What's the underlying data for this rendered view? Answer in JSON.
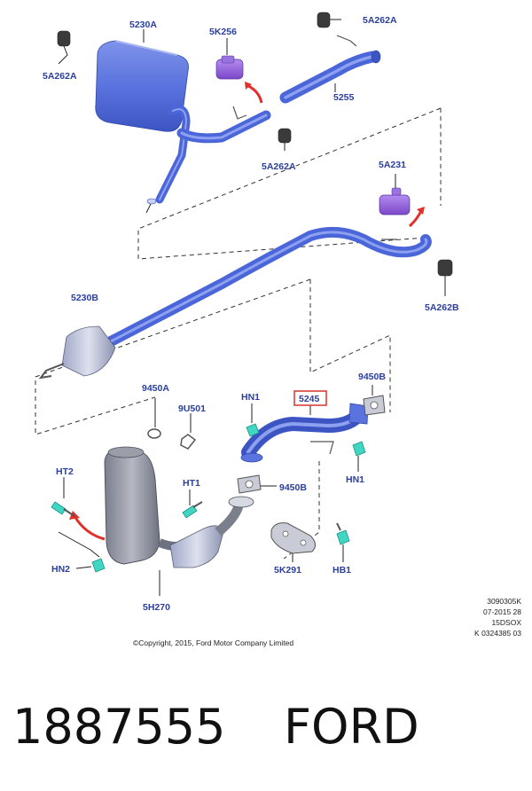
{
  "parts": {
    "muffler_rear": "5230A",
    "clamp_rear": "5K256",
    "hanger_left": "5A262A",
    "hanger_top_right": "5A262A",
    "pipe_tail": "5255",
    "hanger_mid": "5A262A",
    "clamp_mid": "5A231",
    "pipe_front": "5230B",
    "hanger_right": "5A262B",
    "gasket_a": "9450A",
    "gasket_b_top": "9450B",
    "clip_9u501": "9U501",
    "nut_hn1_a": "HN1",
    "pipe_5245": "5245",
    "nut_hn1_b": "HN1",
    "ht2": "HT2",
    "ht1": "HT1",
    "gasket_b_mid": "9450B",
    "hn2": "HN2",
    "shield": "5K291",
    "hb1": "HB1",
    "catalyst": "5H270"
  },
  "meta": {
    "line1": "3090305K",
    "line2": "07-2015 28",
    "line3": "15DSOX",
    "line4": "K 0324385 03"
  },
  "copyright": "©Copyright, 2015, Ford Motor Company Limited",
  "footer": {
    "part_number": "1887555",
    "brand": "FORD"
  },
  "colors": {
    "pipe": "#4a66d8",
    "label": "#2a3f9e",
    "clamp": "#8d5fd6",
    "arrow": "#e0302a",
    "fastener": "#3fd6c4",
    "highlight_box": "#d9342b"
  }
}
